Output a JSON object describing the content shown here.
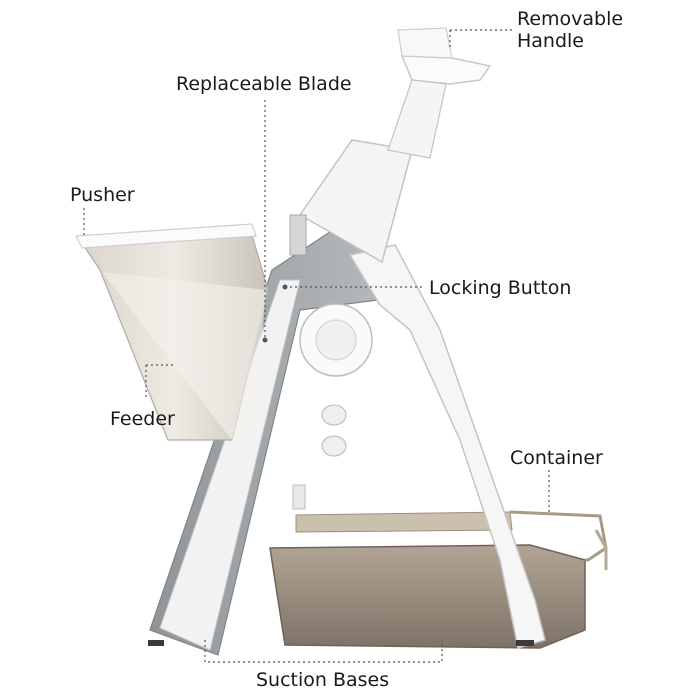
{
  "labels": {
    "removable_handle_1": "Removable",
    "removable_handle_2": "Handle",
    "replaceable_blade": "Replaceable Blade",
    "pusher": "Pusher",
    "locking_button": "Locking Button",
    "feeder": "Feeder",
    "container": "Container",
    "suction_bases": "Suction Bases"
  },
  "colors": {
    "body_white": "#f4f4f4",
    "body_grey": "#9ea3a6",
    "container": "#8b7d6e",
    "leader": "#555555"
  }
}
